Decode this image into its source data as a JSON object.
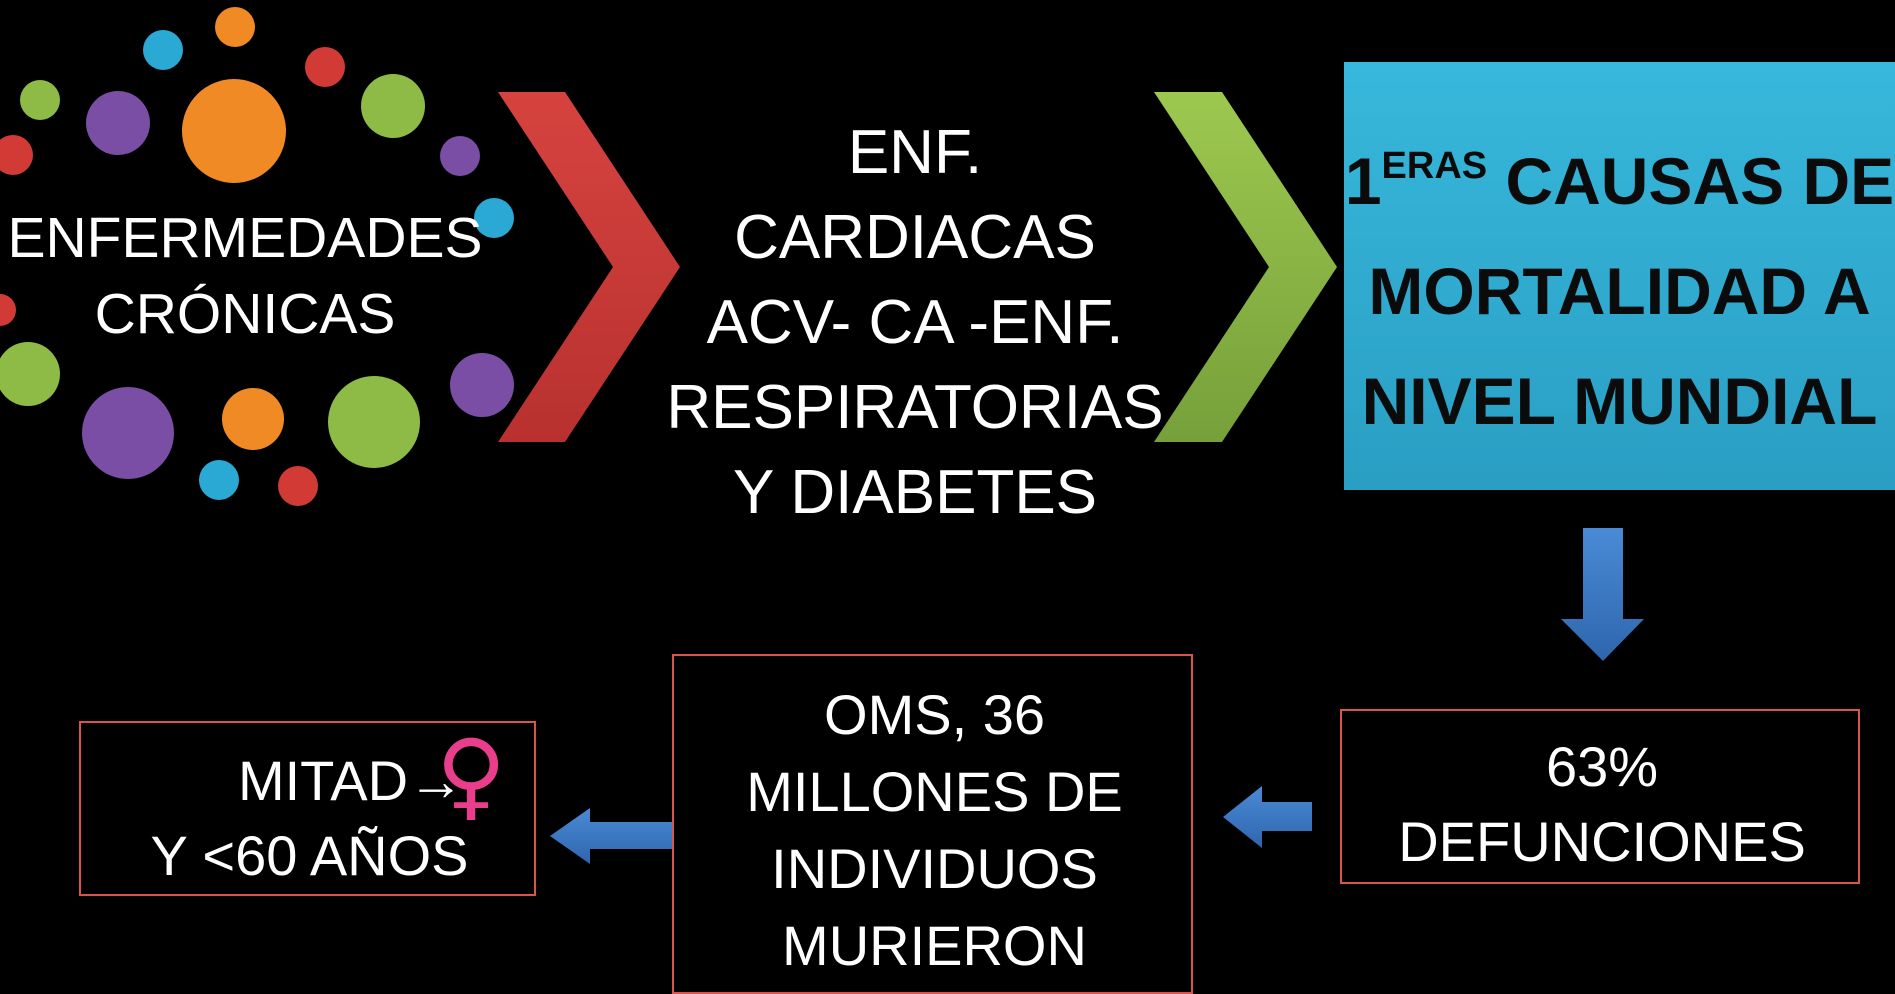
{
  "cluster": {
    "line1": "ENFERMEDADES",
    "line2": "CRÓNICAS"
  },
  "diseases": {
    "lines": [
      "ENF. CARDIACAS",
      "ACV- CA -ENF.",
      "RESPIRATORIAS",
      "Y DIABETES"
    ]
  },
  "causes": {
    "prefix": "1",
    "superscript": "ERAS",
    "line1_rest": " CAUSAS DE",
    "line2": "MORTALIDAD A",
    "line3": "NIVEL MUNDIAL"
  },
  "defunciones": {
    "line1": "63%",
    "line2": "DEFUNCIONES"
  },
  "oms": {
    "lines": [
      "OMS, 36",
      "MILLONES DE",
      "INDIVIDUOS",
      "MURIERON"
    ]
  },
  "mitad": {
    "line1": "MITAD→",
    "line2": "Y <60 AÑOS",
    "symbol": "♀"
  },
  "colors": {
    "background": "#000000",
    "red_chevron": "#c9393a",
    "green_chevron": "#8dbb45",
    "blue_box": "#33b0d6",
    "blue_arrow": "#3b78c2",
    "box_outline": "#d9534f",
    "female": "#e83e8c"
  }
}
